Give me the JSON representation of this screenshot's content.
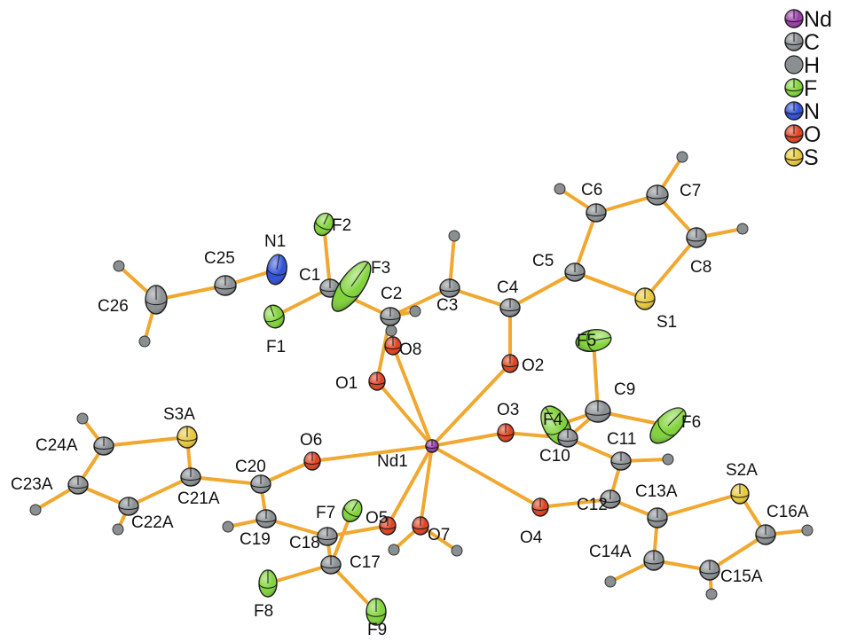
{
  "legend": [
    {
      "label": "Nd",
      "color": "#9a3aa8"
    },
    {
      "label": "C",
      "color": "#8a8f92"
    },
    {
      "label": "H",
      "color": "#8a8f92"
    },
    {
      "label": "F",
      "color": "#7fd338"
    },
    {
      "label": "N",
      "color": "#2d4fd8"
    },
    {
      "label": "O",
      "color": "#e0401e"
    },
    {
      "label": "S",
      "color": "#e8c83a"
    }
  ],
  "bond_color": "#f0a830",
  "atoms": [
    {
      "id": "Nd1",
      "el": "Nd",
      "label": "Nd1"
    },
    {
      "id": "O1",
      "el": "O",
      "label": "O1"
    },
    {
      "id": "O2",
      "el": "O",
      "label": "O2"
    },
    {
      "id": "O3",
      "el": "O",
      "label": "O3"
    },
    {
      "id": "O4",
      "el": "O",
      "label": "O4"
    },
    {
      "id": "O5",
      "el": "O",
      "label": "O5"
    },
    {
      "id": "O6",
      "el": "O",
      "label": "O6"
    },
    {
      "id": "O7",
      "el": "O",
      "label": "O7"
    },
    {
      "id": "O8",
      "el": "O",
      "label": "O8"
    },
    {
      "id": "C1",
      "el": "C",
      "label": "C1"
    },
    {
      "id": "C2",
      "el": "C",
      "label": "C2"
    },
    {
      "id": "C3",
      "el": "C",
      "label": "C3"
    },
    {
      "id": "C4",
      "el": "C",
      "label": "C4"
    },
    {
      "id": "C5",
      "el": "C",
      "label": "C5"
    },
    {
      "id": "C6",
      "el": "C",
      "label": "C6"
    },
    {
      "id": "C7",
      "el": "C",
      "label": "C7"
    },
    {
      "id": "C8",
      "el": "C",
      "label": "C8"
    },
    {
      "id": "S1",
      "el": "S",
      "label": "S1"
    },
    {
      "id": "F1",
      "el": "F",
      "label": "F1"
    },
    {
      "id": "F2",
      "el": "F",
      "label": "F2"
    },
    {
      "id": "F3",
      "el": "F",
      "label": "F3"
    },
    {
      "id": "N1",
      "el": "N",
      "label": "N1"
    },
    {
      "id": "C25",
      "el": "C",
      "label": "C25"
    },
    {
      "id": "C26",
      "el": "C",
      "label": "C26"
    },
    {
      "id": "C9",
      "el": "C",
      "label": "C9"
    },
    {
      "id": "F4",
      "el": "F",
      "label": "F4"
    },
    {
      "id": "F5",
      "el": "F",
      "label": "F5"
    },
    {
      "id": "F6",
      "el": "F",
      "label": "F6"
    },
    {
      "id": "C10",
      "el": "C",
      "label": "C10"
    },
    {
      "id": "C11",
      "el": "C",
      "label": "C11"
    },
    {
      "id": "C12",
      "el": "C",
      "label": "C12"
    },
    {
      "id": "C13A",
      "el": "C",
      "label": "C13A"
    },
    {
      "id": "S2A",
      "el": "S",
      "label": "S2A"
    },
    {
      "id": "C14A",
      "el": "C",
      "label": "C14A"
    },
    {
      "id": "C15A",
      "el": "C",
      "label": "C15A"
    },
    {
      "id": "C16A",
      "el": "C",
      "label": "C16A"
    },
    {
      "id": "C20",
      "el": "C",
      "label": "C20"
    },
    {
      "id": "C19",
      "el": "C",
      "label": "C19"
    },
    {
      "id": "C18",
      "el": "C",
      "label": "C18"
    },
    {
      "id": "C17",
      "el": "C",
      "label": "C17"
    },
    {
      "id": "F7",
      "el": "F",
      "label": "F7"
    },
    {
      "id": "F8",
      "el": "F",
      "label": "F8"
    },
    {
      "id": "F9",
      "el": "F",
      "label": "F9"
    },
    {
      "id": "C21A",
      "el": "C",
      "label": "C21A"
    },
    {
      "id": "S3A",
      "el": "S",
      "label": "S3A"
    },
    {
      "id": "C22A",
      "el": "C",
      "label": "C22A"
    },
    {
      "id": "C23A",
      "el": "C",
      "label": "C23A"
    },
    {
      "id": "C24A",
      "el": "C",
      "label": "C24A"
    }
  ]
}
